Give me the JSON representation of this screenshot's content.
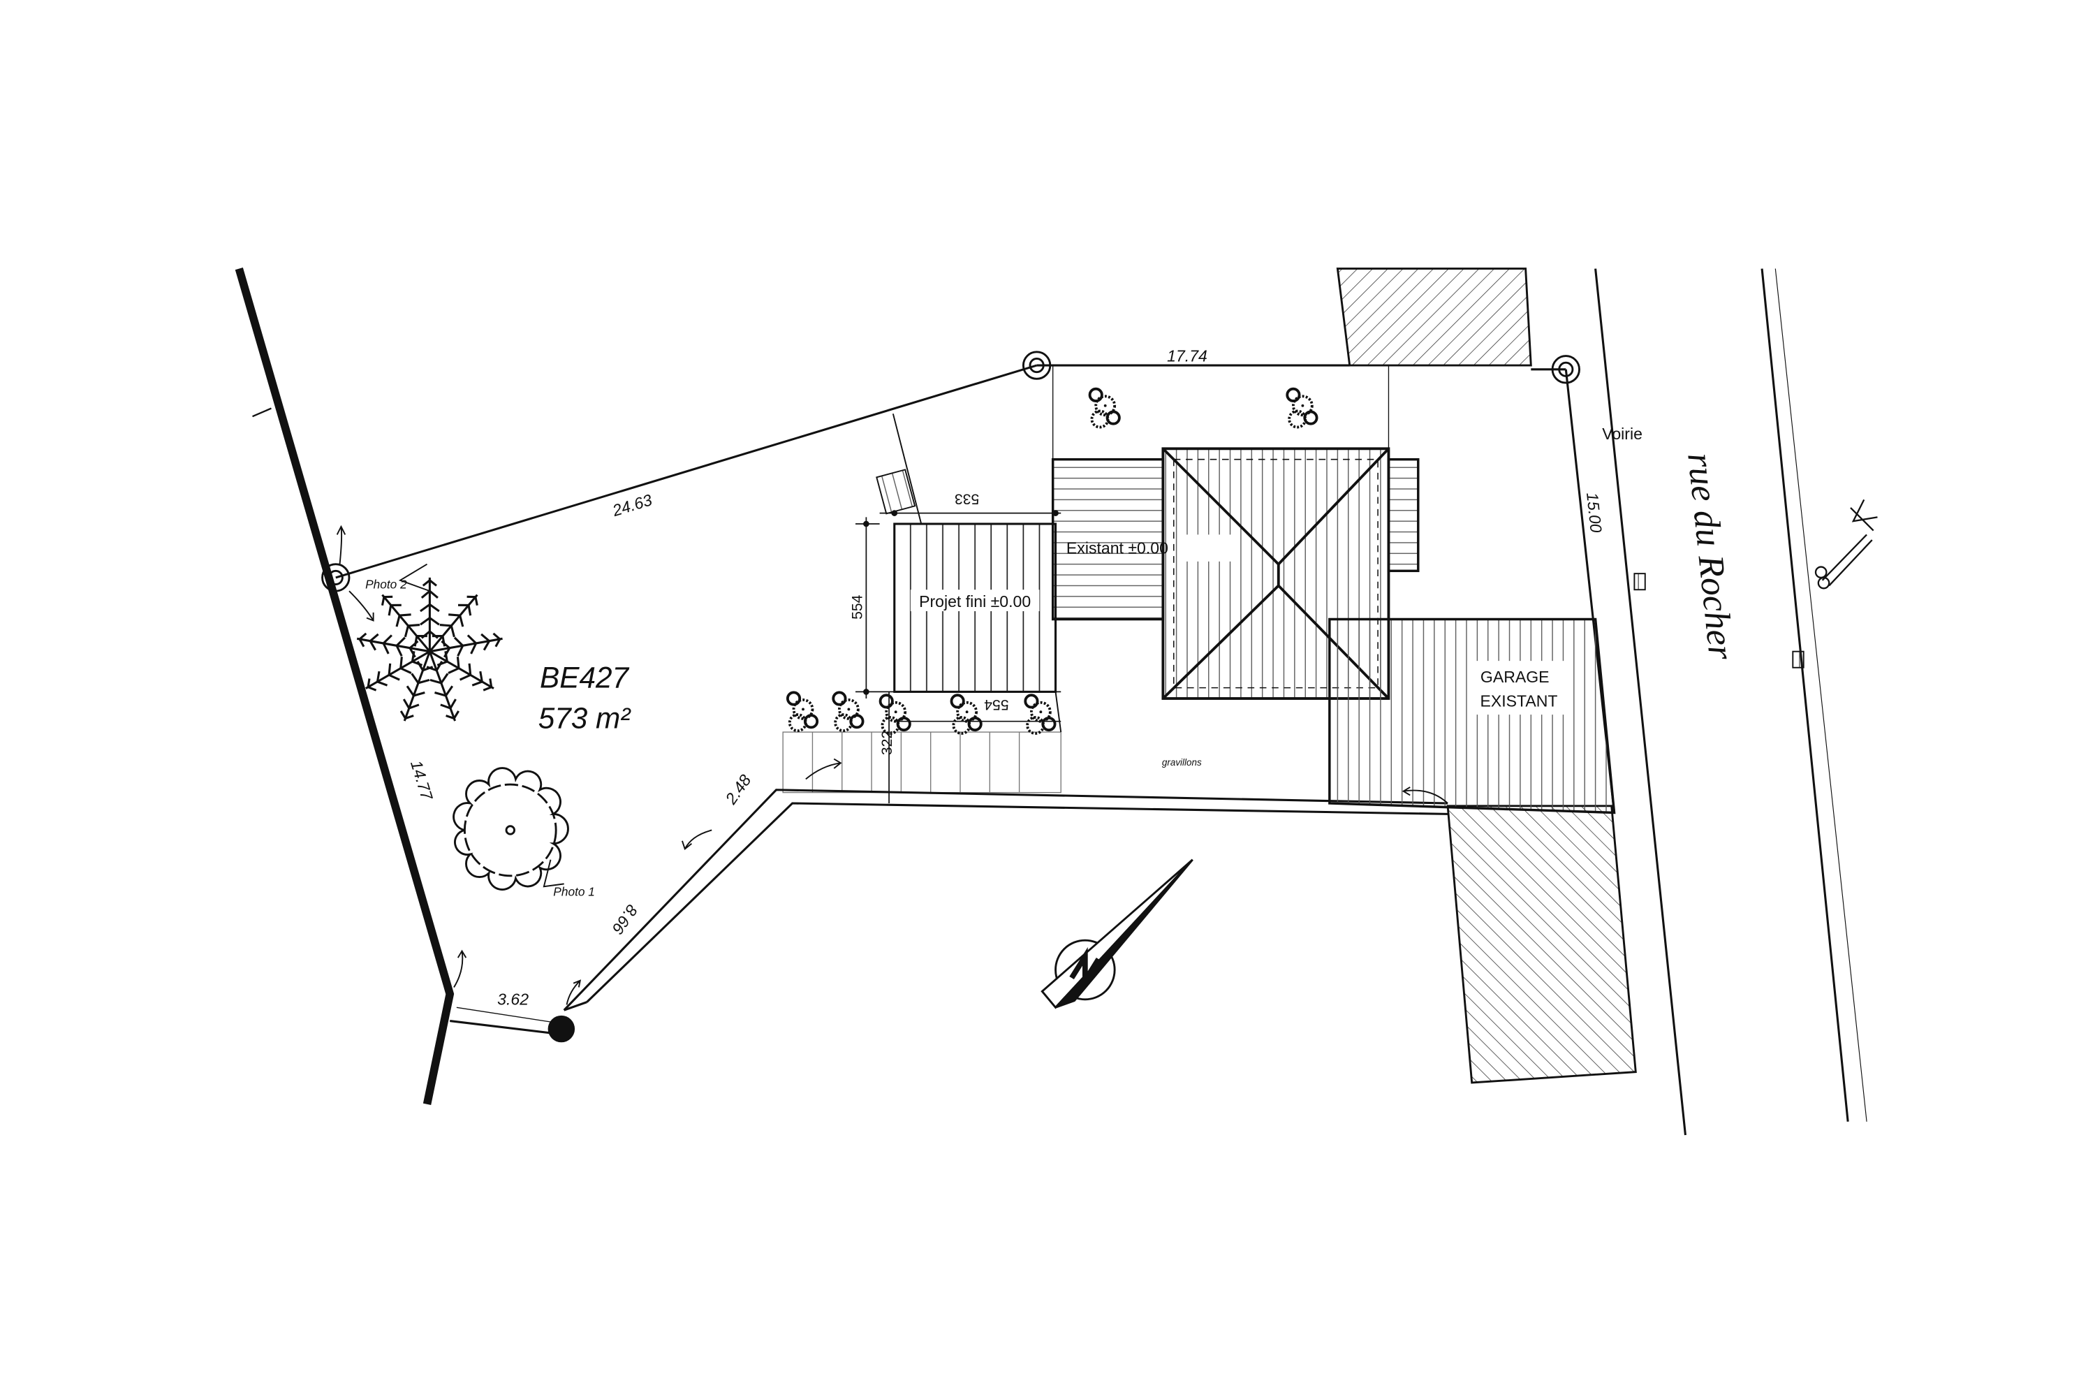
{
  "parcel": {
    "id": "BE427",
    "area": "573 m²"
  },
  "dimensions": {
    "north_west": "24.63",
    "north": "17.74",
    "east": "15.00",
    "west": "14.77",
    "south": "3.62",
    "drive_short": "2.48",
    "drive_long": "8.66",
    "projet_width_top": "533",
    "projet_depth": "554",
    "projet_width_bottom": "554",
    "strip_depth": "322"
  },
  "labels": {
    "projet": "Projet fini ±0.00",
    "existant": "Existant ±0.00",
    "garage_line1": "GARAGE",
    "garage_line2": "EXISTANT",
    "gravel": "gravillons",
    "voirie": "Voirie",
    "street": "rue du Rocher",
    "photo1": "Photo 1",
    "photo2": "Photo 2"
  },
  "colors": {
    "ink": "#111111",
    "background": "#ffffff"
  }
}
